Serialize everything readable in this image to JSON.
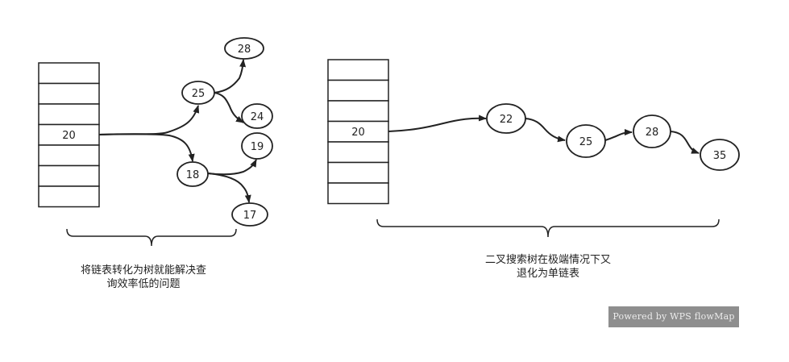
{
  "left_diagram": {
    "table_value": "20",
    "nodes": {
      "n25": "25",
      "n28": "28",
      "n24": "24",
      "n18": "18",
      "n19": "19",
      "n17": "17"
    },
    "caption_line1": "将链表转化为树就能解决查",
    "caption_line2": "询效率低的问题"
  },
  "right_diagram": {
    "table_value": "20",
    "nodes": {
      "n22": "22",
      "n25": "25",
      "n28": "28",
      "n35": "35"
    },
    "caption_line1": "二叉搜索树在极端情况下又",
    "caption_line2": "退化为单链表"
  },
  "watermark": "Powered by WPS flowMap",
  "colors": {
    "stroke": "#222222",
    "watermark_bg": "#8e8e8e"
  }
}
